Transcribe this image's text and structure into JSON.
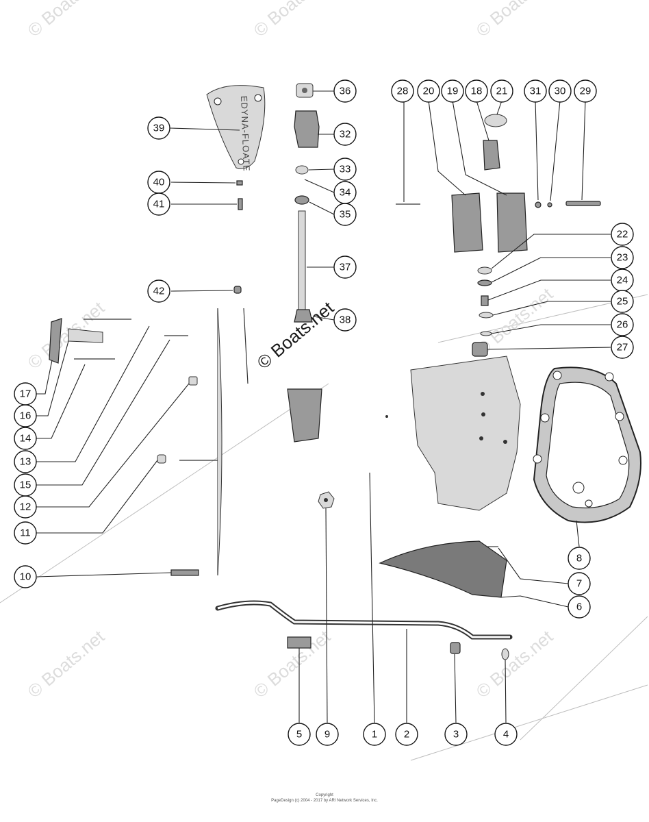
{
  "watermarks": {
    "repeated": "© Boats.net",
    "center": "© Boats.net"
  },
  "float_stamp": "EDYNA-FLOATE",
  "copyright": {
    "line1": "Copyright",
    "line2": "PageDesign (c) 2004 - 2017 by ARI Network Services, Inc."
  },
  "callouts": [
    {
      "id": "1",
      "label": "1"
    },
    {
      "id": "2",
      "label": "2"
    },
    {
      "id": "3",
      "label": "3"
    },
    {
      "id": "4",
      "label": "4"
    },
    {
      "id": "5",
      "label": "5"
    },
    {
      "id": "6",
      "label": "6"
    },
    {
      "id": "7",
      "label": "7"
    },
    {
      "id": "8",
      "label": "8"
    },
    {
      "id": "9",
      "label": "9"
    },
    {
      "id": "10",
      "label": "10"
    },
    {
      "id": "11",
      "label": "11"
    },
    {
      "id": "12",
      "label": "12"
    },
    {
      "id": "13",
      "label": "13"
    },
    {
      "id": "14",
      "label": "14"
    },
    {
      "id": "15",
      "label": "15"
    },
    {
      "id": "16",
      "label": "16"
    },
    {
      "id": "17",
      "label": "17"
    },
    {
      "id": "18",
      "label": "18"
    },
    {
      "id": "19",
      "label": "19"
    },
    {
      "id": "20",
      "label": "20"
    },
    {
      "id": "21",
      "label": "21"
    },
    {
      "id": "22",
      "label": "22"
    },
    {
      "id": "23",
      "label": "23"
    },
    {
      "id": "24",
      "label": "24"
    },
    {
      "id": "25",
      "label": "25"
    },
    {
      "id": "26",
      "label": "26"
    },
    {
      "id": "27",
      "label": "27"
    },
    {
      "id": "28",
      "label": "28"
    },
    {
      "id": "29",
      "label": "29"
    },
    {
      "id": "30",
      "label": "30"
    },
    {
      "id": "31",
      "label": "31"
    },
    {
      "id": "32",
      "label": "32"
    },
    {
      "id": "33",
      "label": "33"
    },
    {
      "id": "34",
      "label": "34"
    },
    {
      "id": "35",
      "label": "35"
    },
    {
      "id": "36",
      "label": "36"
    },
    {
      "id": "37",
      "label": "37"
    },
    {
      "id": "38",
      "label": "38"
    },
    {
      "id": "39",
      "label": "39"
    },
    {
      "id": "40",
      "label": "40"
    },
    {
      "id": "41",
      "label": "41"
    },
    {
      "id": "42",
      "label": "42"
    }
  ]
}
